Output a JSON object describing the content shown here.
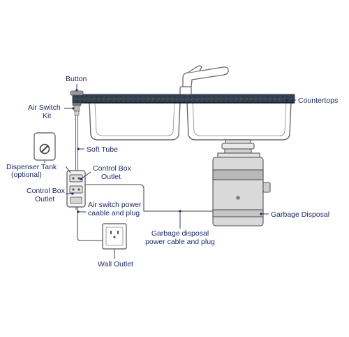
{
  "labels": {
    "button": "Button",
    "air_switch_kit_1": "Air Switch",
    "air_switch_kit_2": "Kit",
    "countertops": "Countertops",
    "soft_tube": "Soft Tube",
    "dispenser_tank_1": "Dispenser Tank",
    "dispenser_tank_2": "(optional)",
    "control_box_outlet_right_1": "Control Box",
    "control_box_outlet_right_2": "Outlet",
    "control_box_outlet_left_1": "Control Box",
    "control_box_outlet_left_2": "Outlet",
    "air_switch_power_1": "Air switch power",
    "air_switch_power_2": "caable and plug",
    "garbage_disposal": "Garbage Disposal",
    "disposal_cable_1": "Garbage disposal",
    "disposal_cable_2": "power cable and plug",
    "wall_outlet": "Wall Outlet"
  },
  "colors": {
    "label_text": "#1a2a6e",
    "countertop": "#2f3a4a",
    "line_art": "#6a6a6a"
  }
}
